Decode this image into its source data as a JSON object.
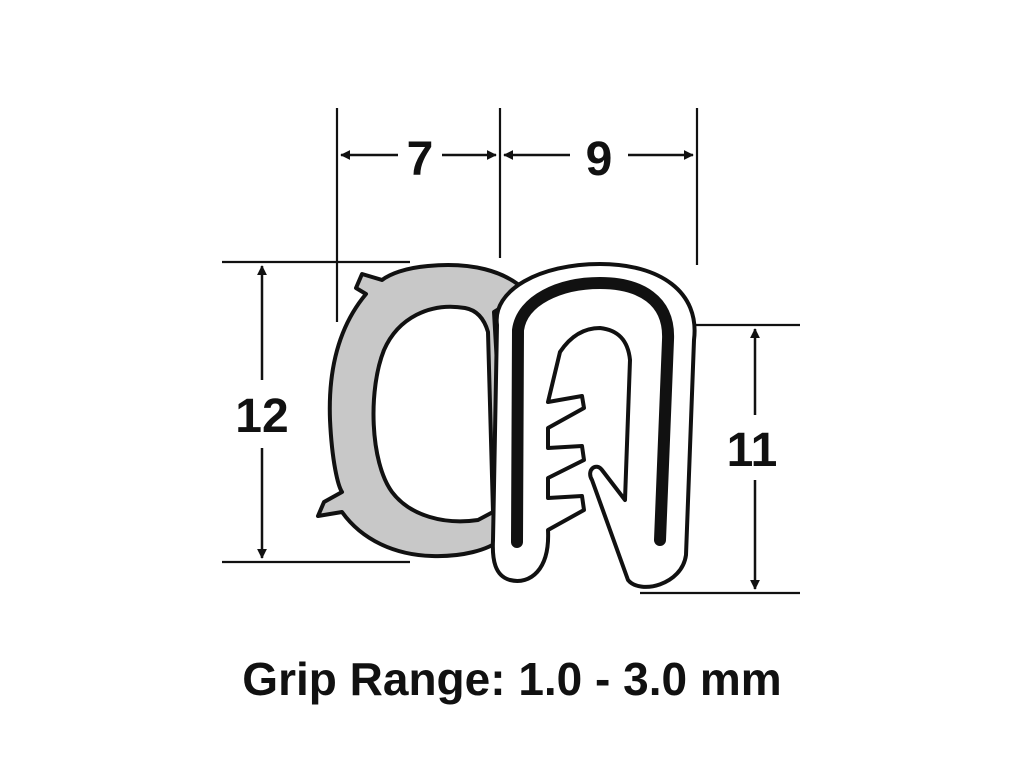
{
  "dimensions": {
    "top_left_width": "7",
    "top_right_width": "9",
    "left_height": "12",
    "right_height": "11"
  },
  "caption": "Grip Range: 1.0 - 3.0 mm",
  "colors": {
    "bulb_fill": "#c8c8c8",
    "outline": "#111111",
    "background": "#ffffff"
  }
}
